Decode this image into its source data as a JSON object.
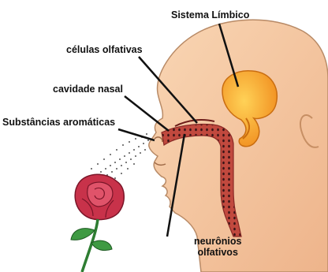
{
  "labels": {
    "limbic_system": "Sistema Límbico",
    "olfactory_cells": "células olfativas",
    "nasal_cavity": "cavidade nasal",
    "aromatic_substances": "Substâncias aromáticas",
    "olfactory_neurons_line1": "neurônios",
    "olfactory_neurons_line2": "olfativos"
  },
  "colors": {
    "skin": "#f5c9a2",
    "skin_outline": "#b88a66",
    "limbic_system": "#f5a623",
    "nasal_passage": "#c1493e",
    "rose": "#c8324a",
    "stem": "#2e7d32",
    "spray": "#555555"
  }
}
